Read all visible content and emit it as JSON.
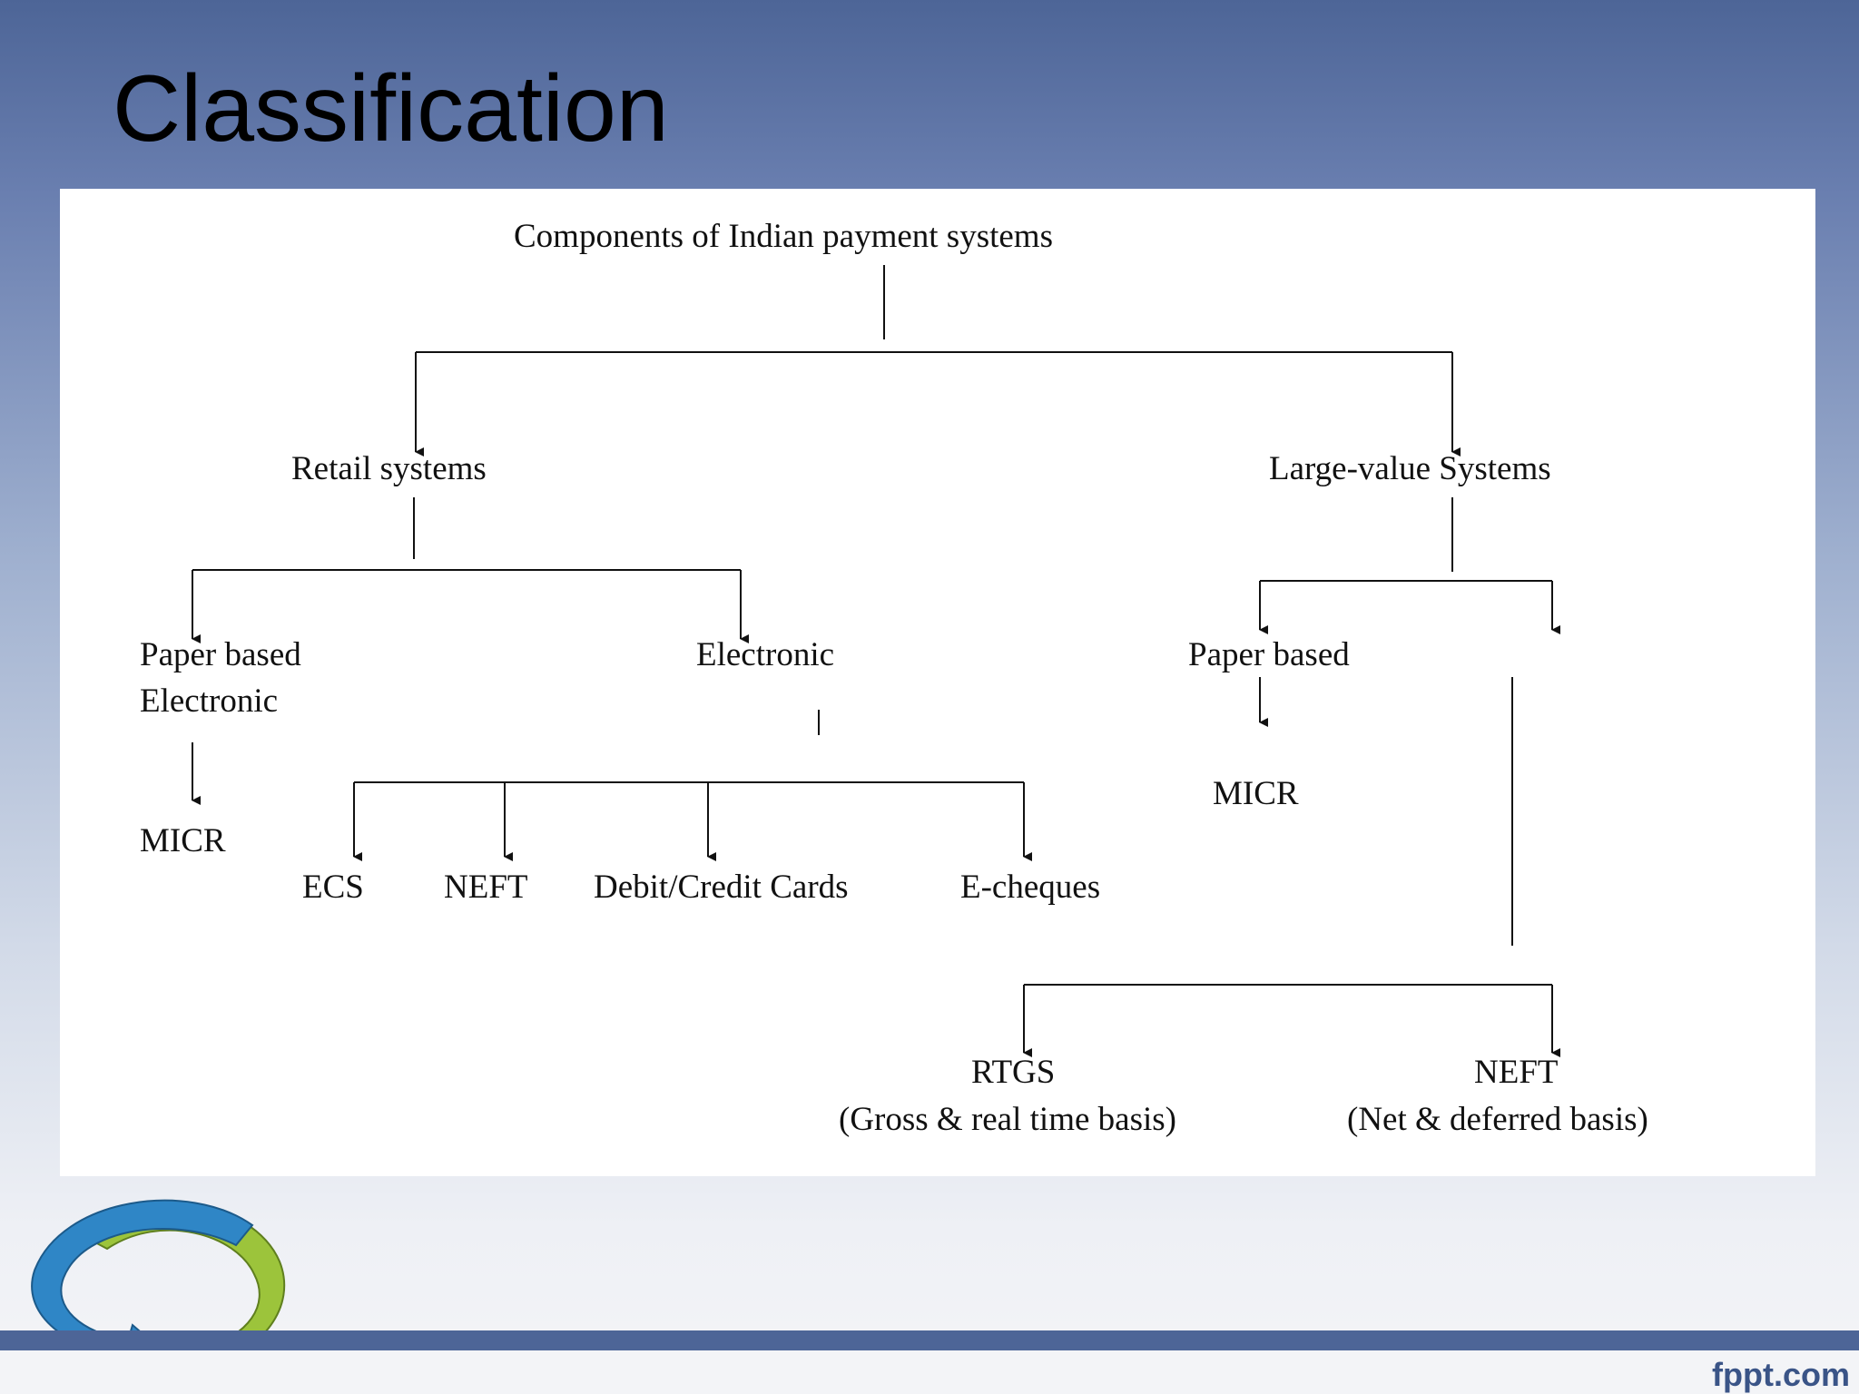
{
  "slide": {
    "title": "Classification"
  },
  "diagram": {
    "root": "Components of Indian payment systems",
    "retail": "Retail systems",
    "large_value": "Large-value Systems",
    "retail_paper_line1": "Paper based",
    "retail_paper_line2": "Electronic",
    "retail_micr": "MICR",
    "retail_electronic": "Electronic",
    "ecs": "ECS",
    "neft": "NEFT",
    "cards": "Debit/Credit Cards",
    "echeques": "E-cheques",
    "lv_paper": "Paper based",
    "lv_micr": "MICR",
    "rtgs": "RTGS",
    "rtgs_note": "(Gross & real time basis)",
    "lv_neft": "NEFT",
    "lv_neft_note": "(Net & deferred basis)"
  },
  "footer": {
    "brand": "fppt.com"
  },
  "colors": {
    "header_blue": "#4d6597",
    "brand_blue": "#3a5487",
    "logo_blue": "#2f86c6",
    "logo_green": "#9cc43b"
  }
}
